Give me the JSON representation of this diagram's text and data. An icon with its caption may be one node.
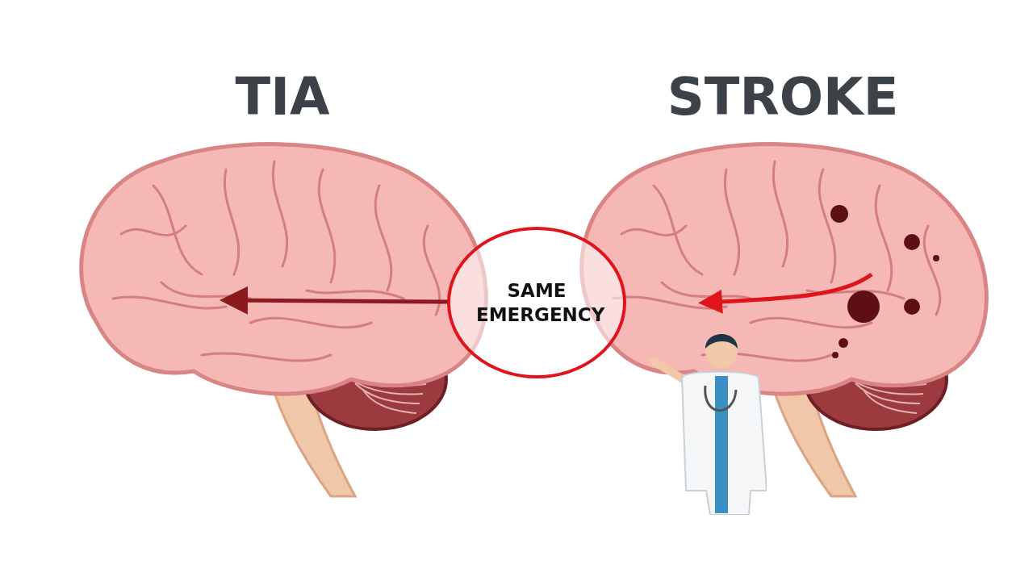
{
  "diagram": {
    "nodes": [
      {
        "text": [
          "TIA"
        ]
      },
      {
        "text": [
          "STROKE"
        ]
      },
      {
        "text": [
          "SAME EMERGENCY"
        ]
      }
    ],
    "edges": [
      {
        "from": 2,
        "to": 0,
        "arrow": "to"
      }
    ]
  }
}
